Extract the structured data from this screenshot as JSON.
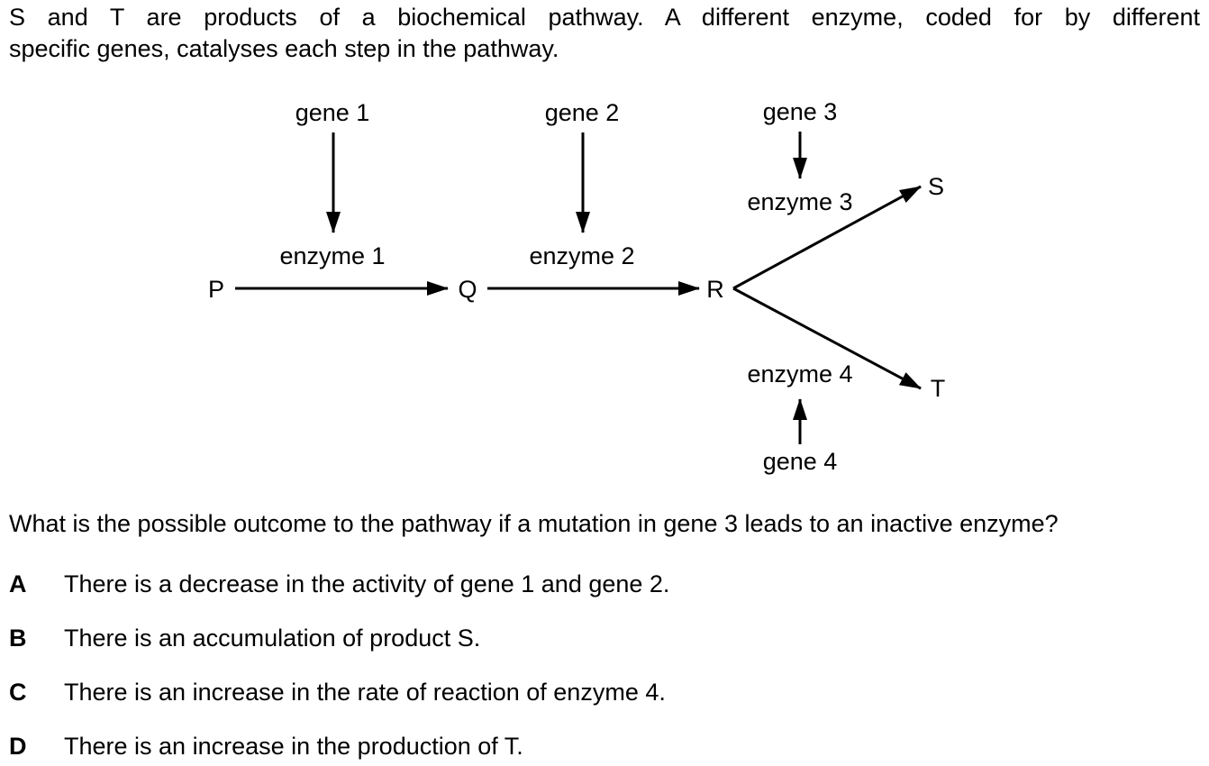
{
  "intro": {
    "line1": "S and T are products of a biochemical pathway. A different enzyme, coded for by different",
    "line2": "specific genes, catalyses each step in the pathway."
  },
  "diagram": {
    "substances": {
      "p": "P",
      "q": "Q",
      "r": "R",
      "s": "S",
      "t": "T"
    },
    "genes": {
      "gene1": "gene 1",
      "gene2": "gene 2",
      "gene3": "gene 3",
      "gene4": "gene 4"
    },
    "enzymes": {
      "enzyme1": "enzyme 1",
      "enzyme2": "enzyme 2",
      "enzyme3": "enzyme 3",
      "enzyme4": "enzyme 4"
    }
  },
  "question": "What is the possible outcome to the pathway if a mutation in gene 3 leads to an inactive enzyme?",
  "options": [
    {
      "letter": "A",
      "text": "There is a decrease in the activity of gene 1 and gene 2."
    },
    {
      "letter": "B",
      "text": "There is an accumulation of product S."
    },
    {
      "letter": "C",
      "text": "There is an increase in the rate of reaction of enzyme 4."
    },
    {
      "letter": "D",
      "text": "There is an increase in the production of T."
    }
  ]
}
